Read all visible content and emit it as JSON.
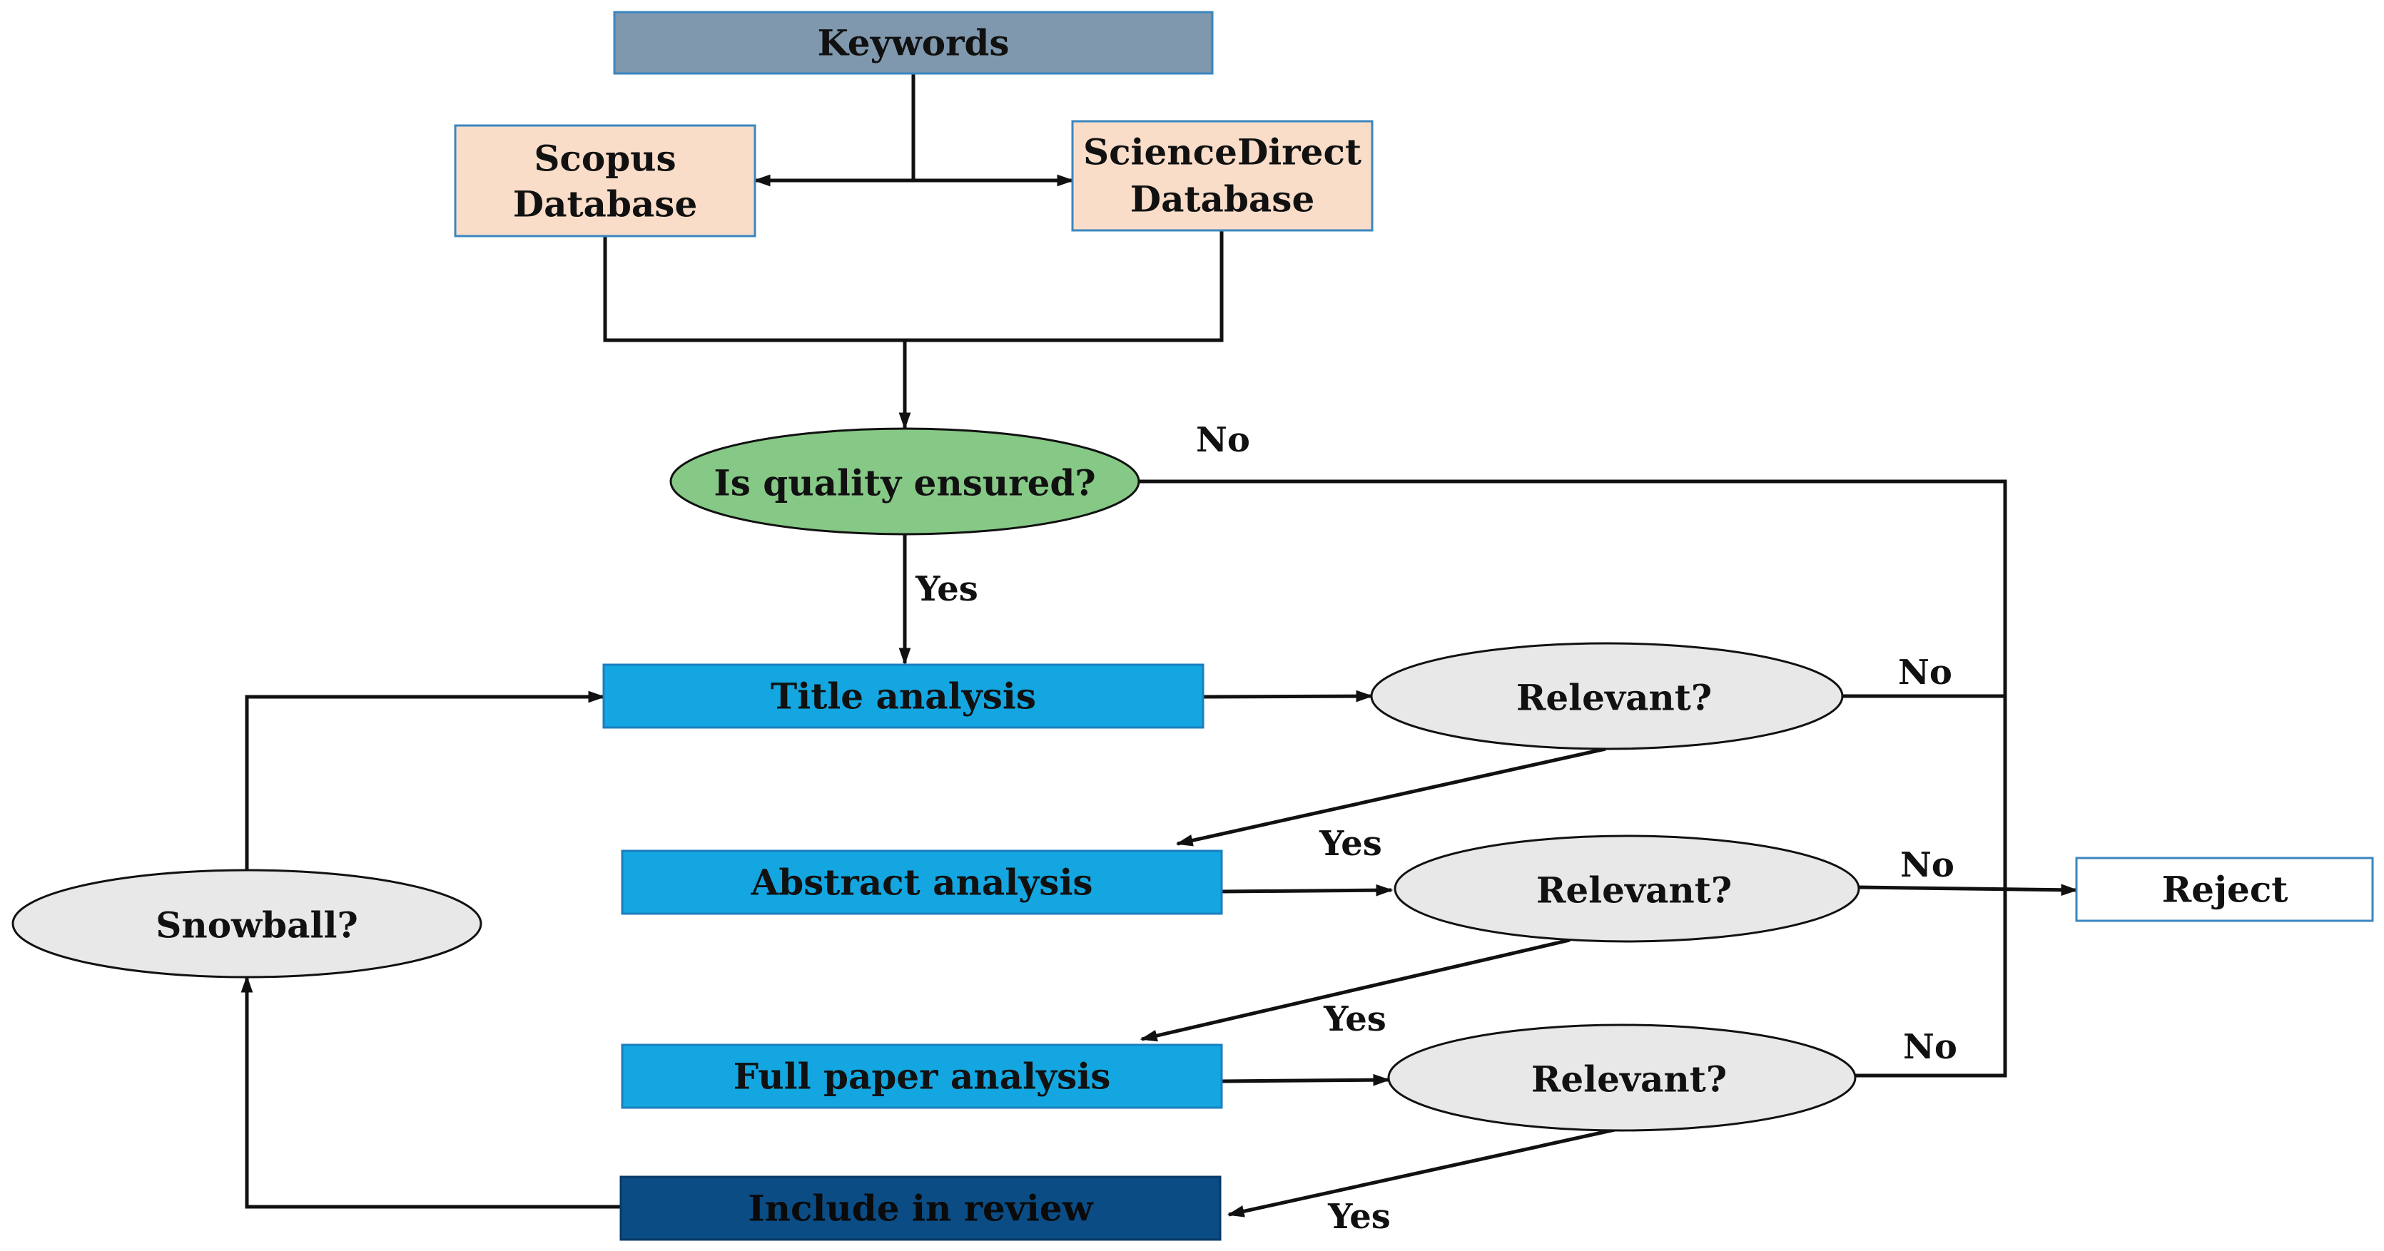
{
  "colors": {
    "keywords_fill": "#7f98ad",
    "database_fill": "#f9ddc9",
    "database_stroke": "#3b86bf",
    "quality_fill": "#86c986",
    "decision_fill": "#e8e8e8",
    "analysis_fill": "#14a6e0",
    "include_fill": "#0b4c84",
    "reject_fill": "#ffffff",
    "line": "#111111"
  },
  "nodes": {
    "keywords": "Keywords",
    "scopus": [
      "Scopus",
      "Database"
    ],
    "sciencedirect": [
      "ScienceDirect",
      "Database"
    ],
    "quality": "Is quality ensured?",
    "title_analysis": "Title analysis",
    "abstract_analysis": "Abstract analysis",
    "full_paper_analysis": "Full paper analysis",
    "include": "Include in review",
    "relevant_1": "Relevant?",
    "relevant_2": "Relevant?",
    "relevant_3": "Relevant?",
    "snowball": "Snowball?",
    "reject": "Reject"
  },
  "edge_labels": {
    "quality_no": "No",
    "quality_yes": "Yes",
    "relevant_1_no": "No",
    "relevant_1_yes": "Yes",
    "relevant_2_no": "No",
    "relevant_2_yes": "Yes",
    "relevant_3_no": "No",
    "relevant_3_yes": "Yes"
  }
}
